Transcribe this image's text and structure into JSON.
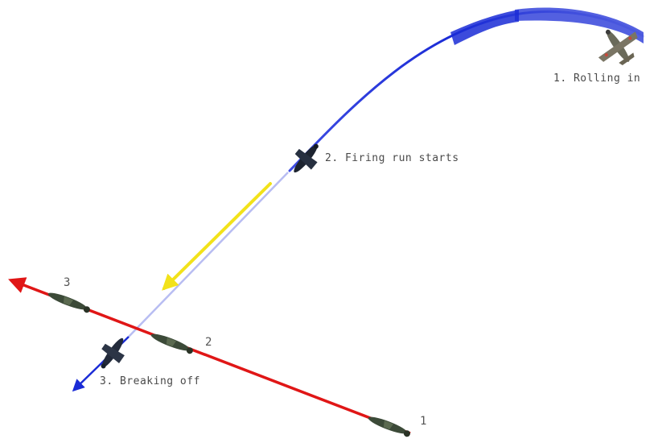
{
  "labels": {
    "attacker_1": "1. Rolling in",
    "attacker_2": "2. Firing run starts",
    "attacker_3": "3. Breaking off",
    "target_1": "1",
    "target_2": "2",
    "target_3": "3"
  },
  "colors": {
    "attacker_path": "#1a2bd6",
    "attacker_path_light": "#c9ccf2",
    "target_path": "#e01616",
    "gunfire": "#f2e21a",
    "aircraft_body": "#3c4a38",
    "aircraft_dark": "#1d2430"
  },
  "icons": {
    "attacker": "fighter-plane-icon",
    "target": "bomber-plane-icon"
  }
}
